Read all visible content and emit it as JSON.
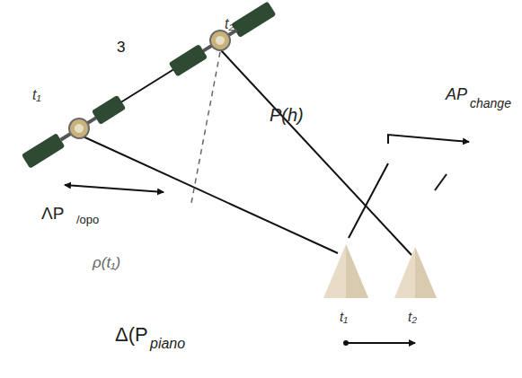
{
  "diagram": {
    "labels": [
      "t₁",
      "3",
      "t₂",
      "P(h)",
      "AP",
      "change",
      "ΛP",
      "/opo",
      "ρ(t₁)",
      "Δ(P",
      "piano",
      "t₁",
      "t₂"
    ]
  }
}
